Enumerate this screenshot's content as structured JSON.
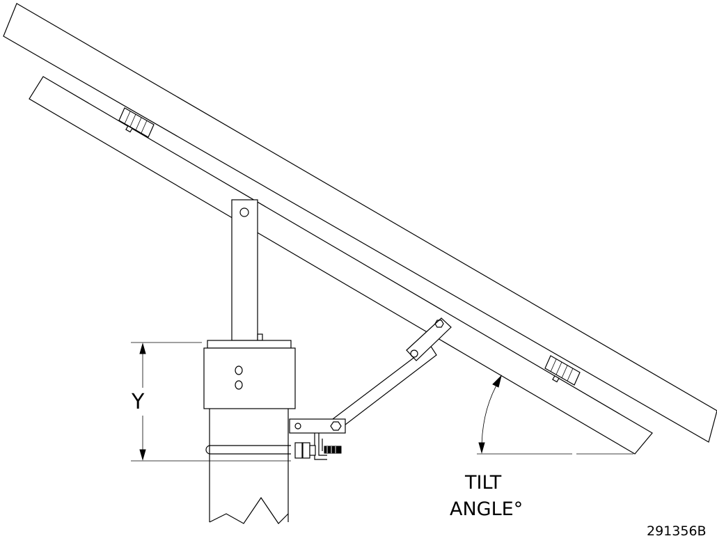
{
  "labels": {
    "height_dimension": "Y",
    "tilt_line1": "TILT",
    "tilt_line2": "ANGLE°",
    "part_number": "291356B"
  }
}
